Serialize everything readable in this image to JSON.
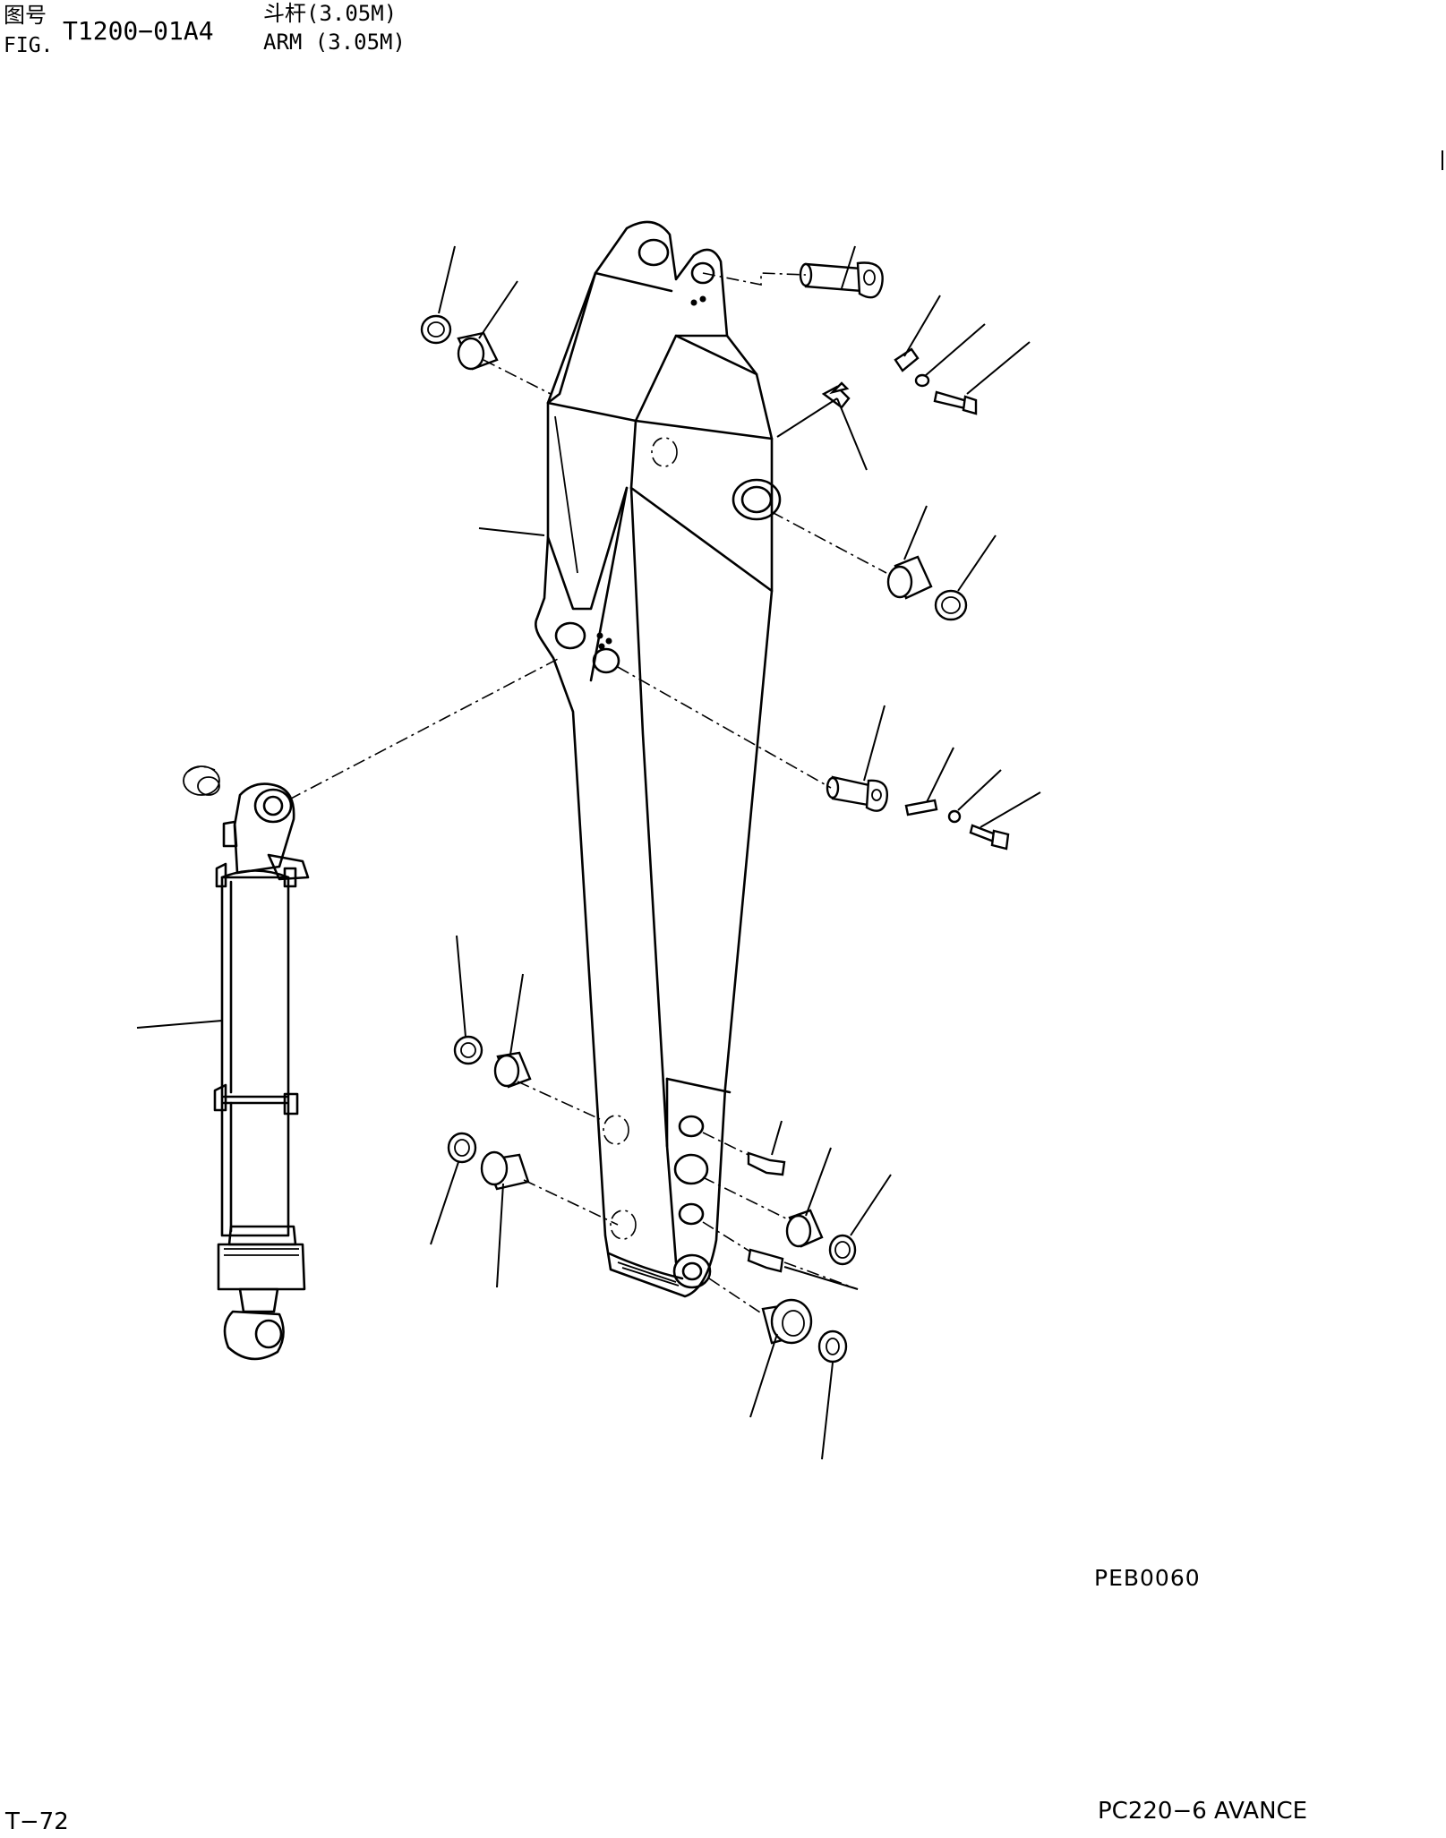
{
  "header": {
    "fig_label_cn": "图号",
    "fig_label_en": "FIG.",
    "fig_number": "T1200−01A4",
    "title_cn": "斗杆(3.05M)",
    "title_en": "ARM (3.05M)"
  },
  "image_code": "PEB0060",
  "footer": {
    "page": "T−72",
    "model": "PC220−6 AVANCE"
  }
}
